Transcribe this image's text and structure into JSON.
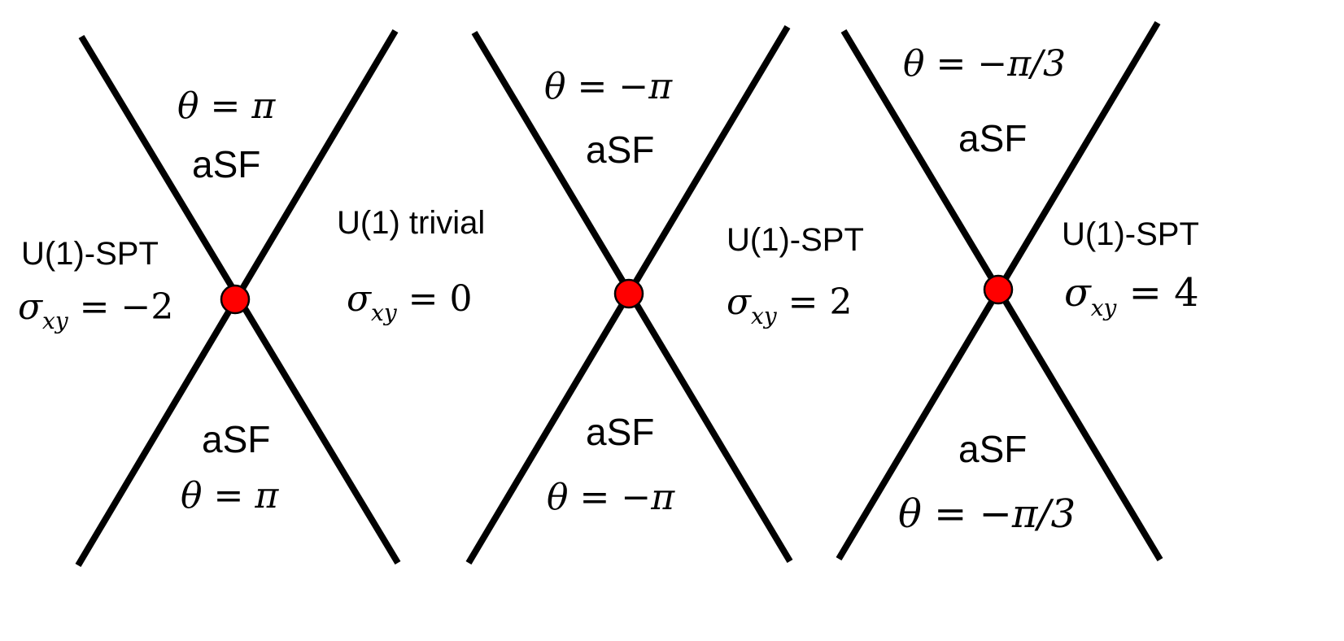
{
  "colors": {
    "line": "#000000",
    "critical_point": "#ff0000",
    "background": "#ffffff"
  },
  "panels": [
    {
      "top_theta": "θ = π",
      "top_phase": "aSF",
      "left_phase": "U(1)-SPT",
      "left_sigma_symbol": "σ",
      "left_sigma_sub": "xy",
      "left_sigma_value": " = −2",
      "bottom_phase": "aSF",
      "bottom_theta": "θ = π"
    },
    {
      "middle_left_phase": "U(1) trivial",
      "middle_left_sigma_symbol": "σ",
      "middle_left_sigma_sub": "xy",
      "middle_left_sigma_value": " = 0",
      "top_theta": "θ = −π",
      "top_phase": "aSF",
      "right_phase": "U(1)-SPT",
      "right_sigma_symbol": "σ",
      "right_sigma_sub": "xy",
      "right_sigma_value": " = 2",
      "bottom_phase": "aSF",
      "bottom_theta": "θ = −π"
    },
    {
      "top_theta": "θ = −π/3",
      "top_phase": "aSF",
      "right_phase": "U(1)-SPT",
      "right_sigma_symbol": "σ",
      "right_sigma_sub": "xy",
      "right_sigma_value": " = 4",
      "bottom_phase": "aSF",
      "bottom_theta": "θ = −π/3"
    }
  ]
}
